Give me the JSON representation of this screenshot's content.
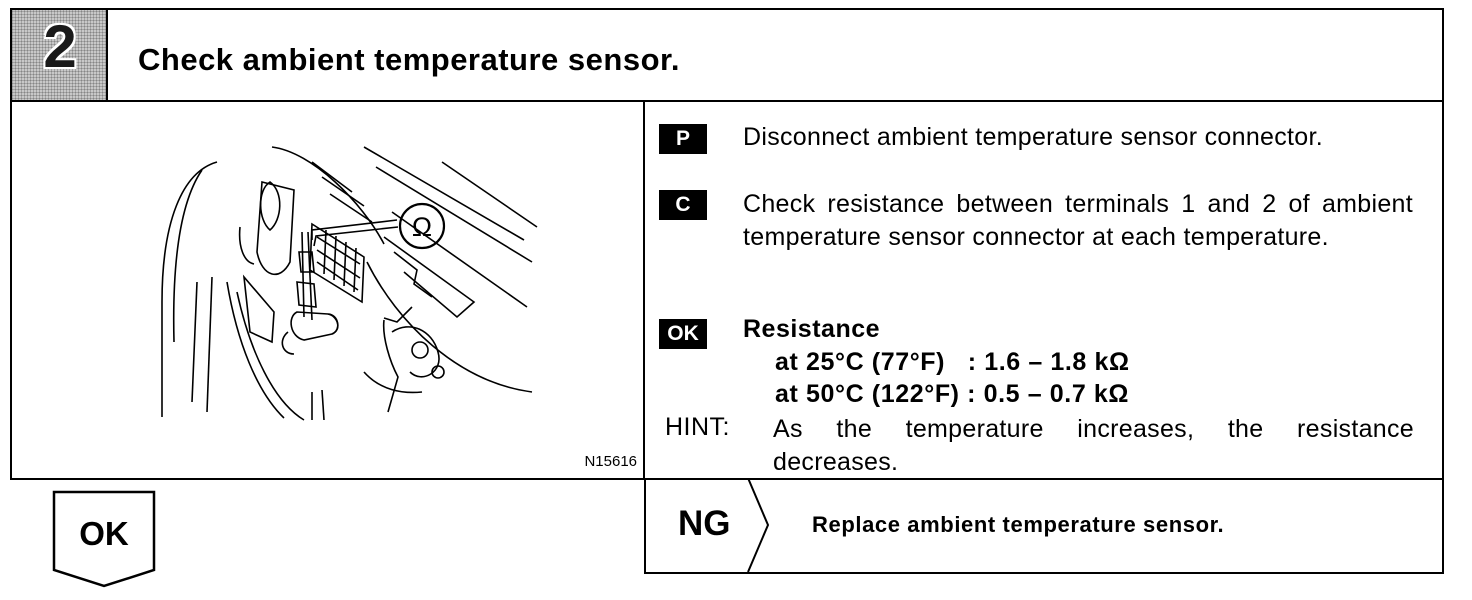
{
  "header": {
    "step_number": "2",
    "title": "Check ambient temperature sensor."
  },
  "figure": {
    "id_label": "N15616",
    "meter_symbol": "Ω"
  },
  "instructions": {
    "prep_tag": "P",
    "prep_text": "Disconnect ambient temperature sensor connector.",
    "check_tag": "C",
    "check_text": "Check resistance between terminals 1 and 2 of ambient temperature sensor connector at each temperature.",
    "ok_tag": "OK",
    "spec_heading": "Resistance",
    "specs": [
      "at 25°C (77°F)   : 1.6 – 1.8 kΩ",
      "at 50°C (122°F) : 0.5 – 0.7 kΩ"
    ],
    "hint_label": "HINT:",
    "hint_text": "As the temperature increases, the resistance decreases."
  },
  "results": {
    "ok_label": "OK",
    "ng_label": "NG",
    "ng_action": "Replace ambient temperature sensor."
  }
}
